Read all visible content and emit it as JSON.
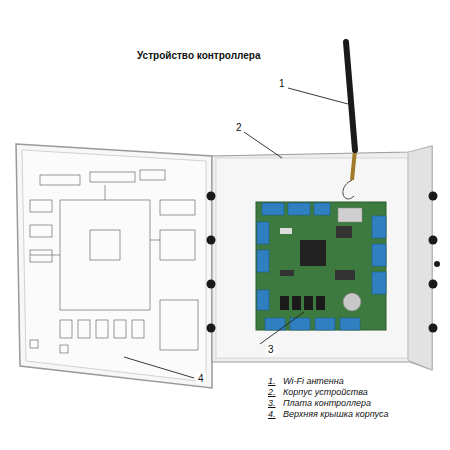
{
  "diagram": {
    "title": "Устройство контроллера",
    "labels": [
      "1",
      "2",
      "3",
      "4",
      "1.",
      "Wi-Fi антенна",
      "2.",
      "Корпус устройства",
      "3.",
      "Плата контроллера",
      "4.",
      "Верхняя крышка корпуса"
    ]
  }
}
